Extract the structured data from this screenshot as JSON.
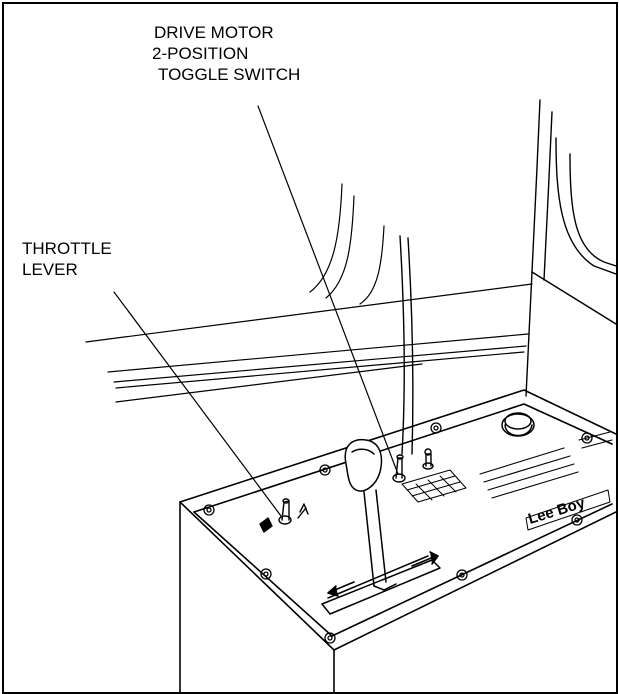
{
  "callouts": {
    "drive_motor_switch": {
      "lines": [
        "DRIVE MOTOR",
        "2-POSITION",
        "TOGGLE SWITCH"
      ]
    },
    "throttle_lever": {
      "lines": [
        "THROTTLE",
        "LEVER"
      ]
    }
  },
  "brand_logo_text": "Lee Boy",
  "colors": {
    "line": "#000000",
    "background": "#ffffff"
  }
}
